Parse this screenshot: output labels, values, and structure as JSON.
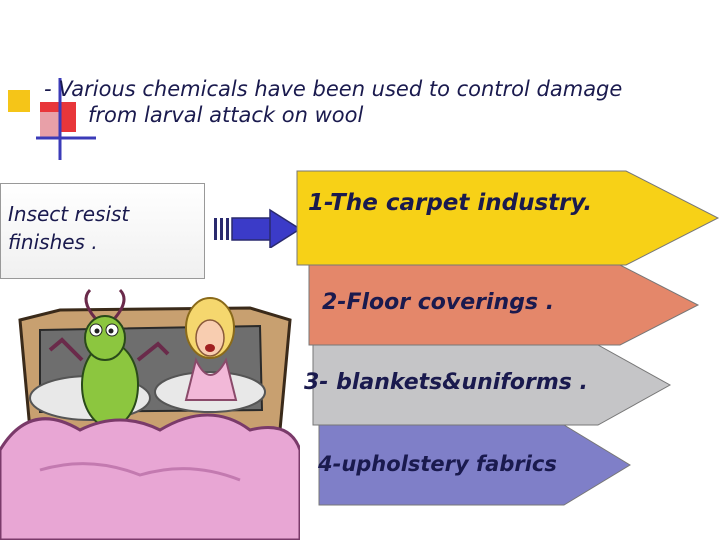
{
  "heading": {
    "line1": "- Various chemicals have been used to control damage",
    "line2": "from larval attack on wool"
  },
  "left_box": {
    "text_line1": "Insect resist",
    "text_line2": "finishes ."
  },
  "items": [
    {
      "label": "1-The carpet industry.",
      "color": "#f7d117"
    },
    {
      "label": "2-Floor coverings .",
      "color": "#e4876a"
    },
    {
      "label": "3- blankets&uniforms .",
      "color": "#c5c5c7"
    },
    {
      "label": "4-upholstery fabrics",
      "color": "#7f7fc8"
    }
  ],
  "colors": {
    "text": "#1a1a4e",
    "decor_yellow": "#f5c518",
    "decor_red": "#e8363a",
    "decor_blue": "#3b3bb8",
    "block_arrow": "#3b3bc8"
  },
  "illustration": "cartoon-bug-in-bed-with-woman"
}
